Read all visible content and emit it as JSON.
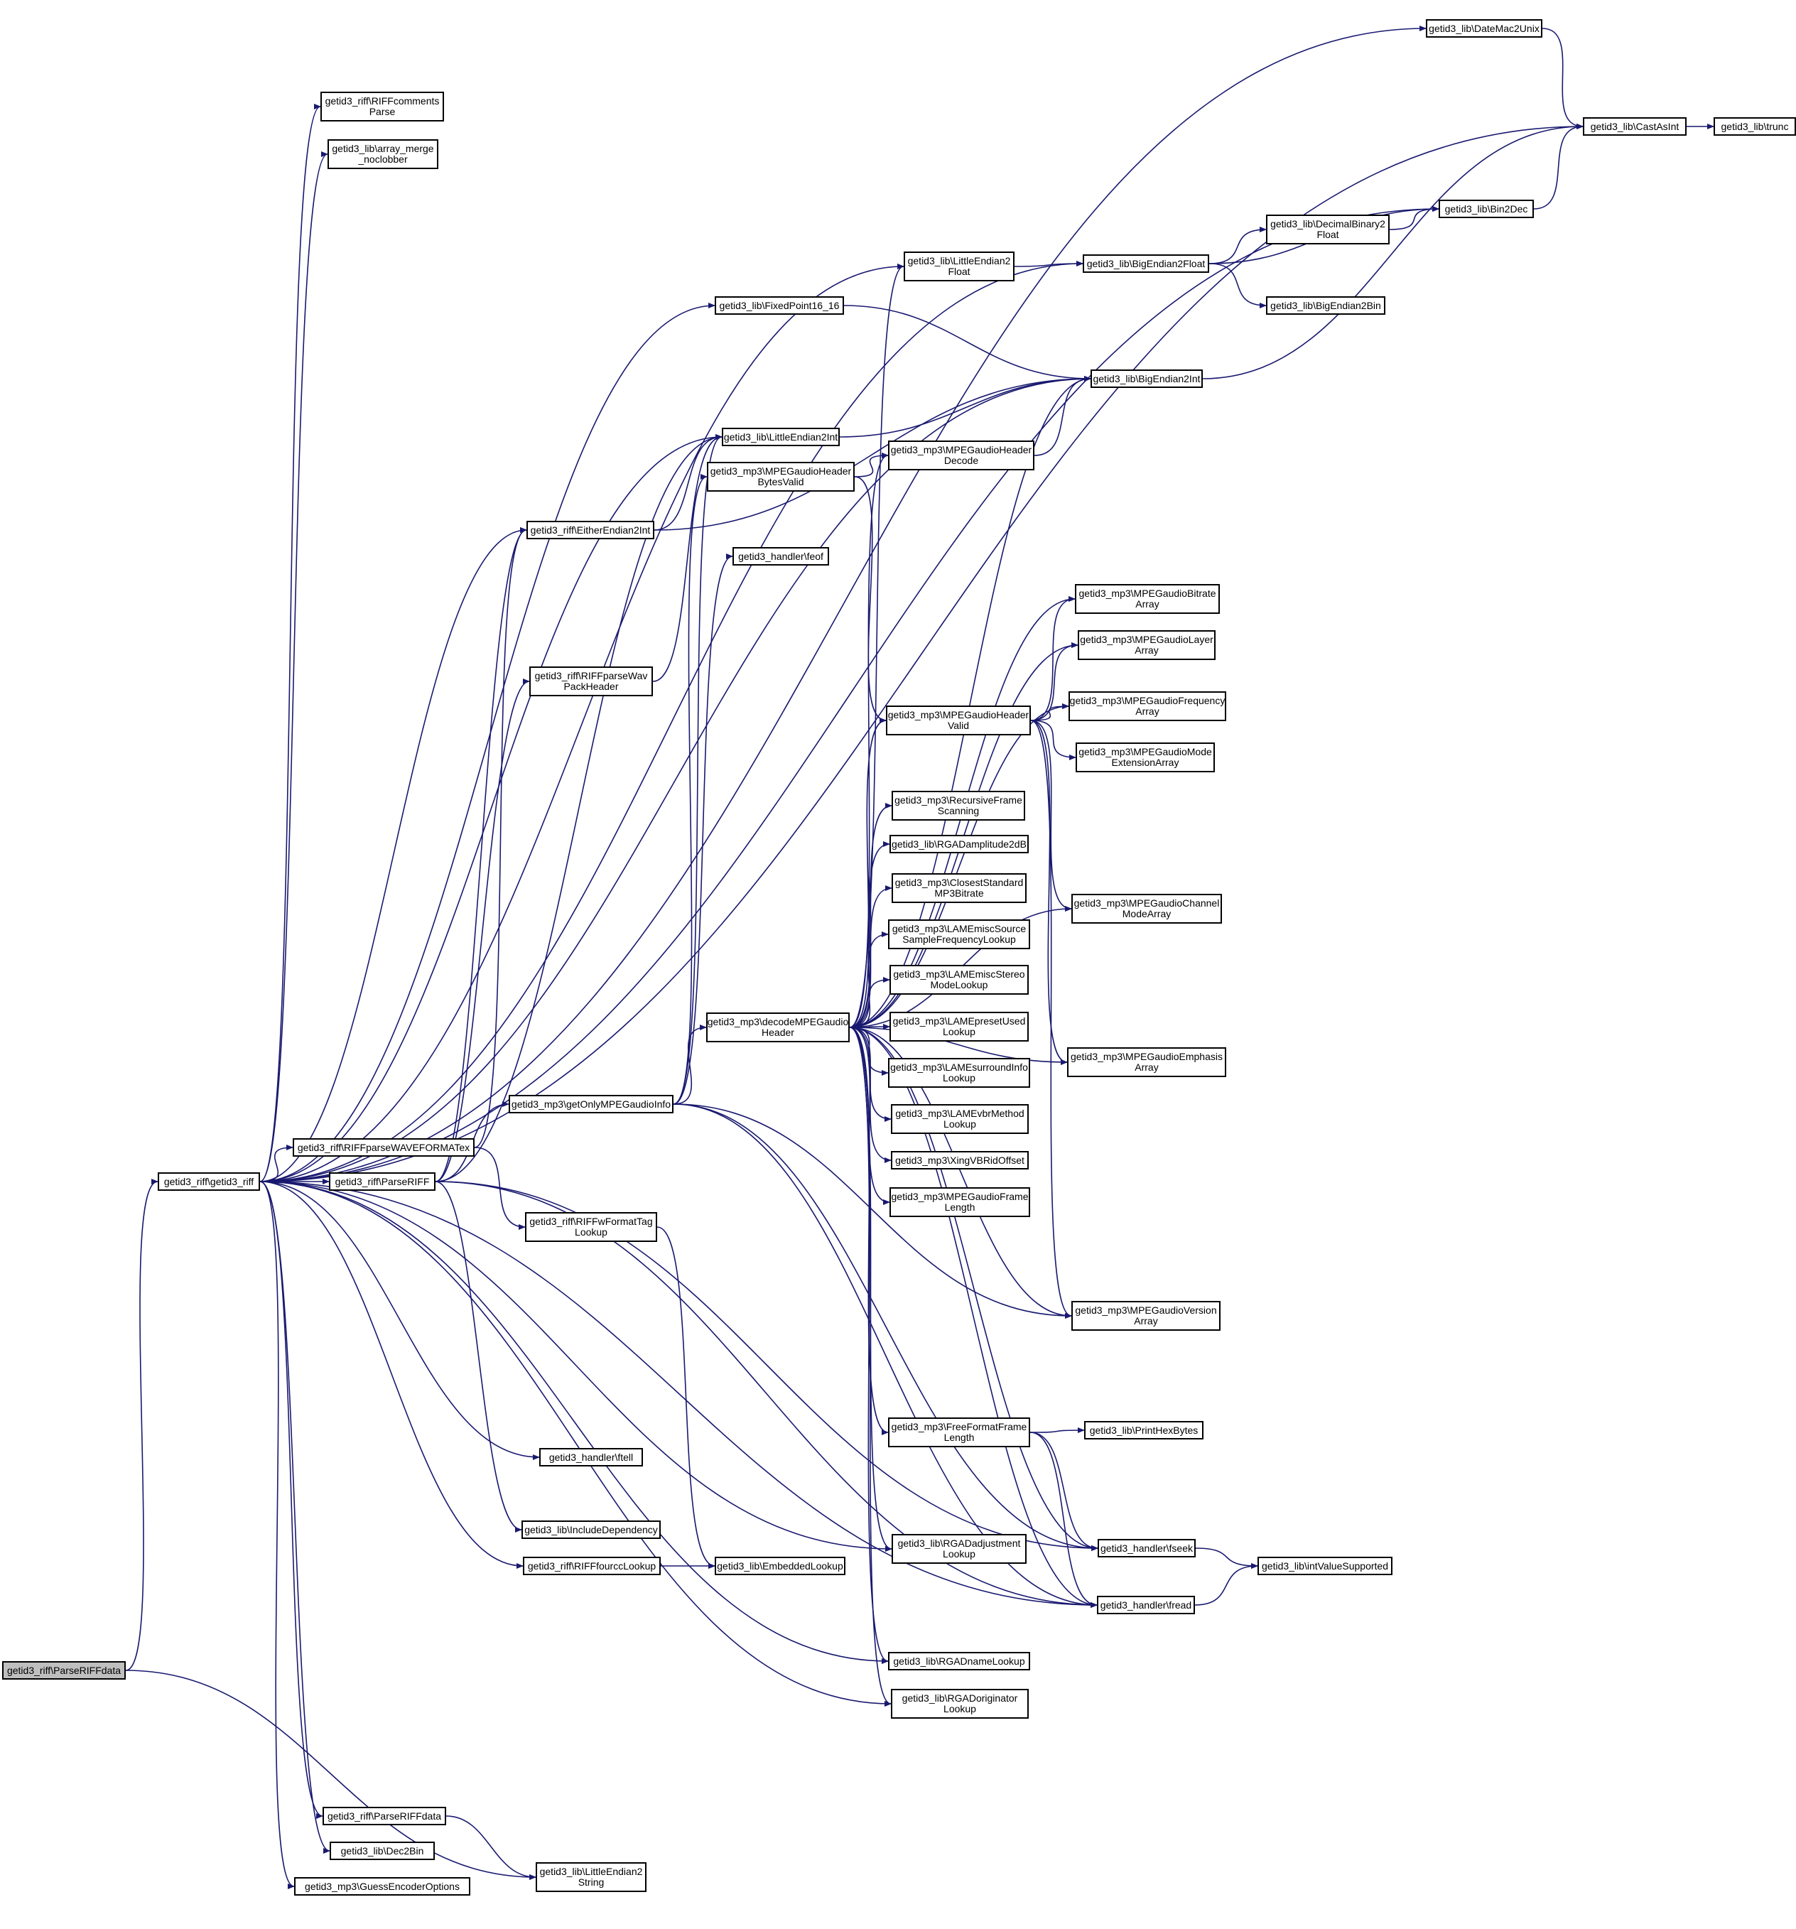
{
  "colors": {
    "edge": "#191970",
    "root_fill": "#bfbfbf",
    "node_border": "#000000"
  },
  "nodes": [
    {
      "id": "parseriffdata_root",
      "lines": [
        "getid3_riff\\ParseRIFFdata"
      ],
      "root": true
    },
    {
      "id": "getid3_riff",
      "lines": [
        "getid3_riff\\getid3_riff"
      ]
    },
    {
      "id": "datemac2unix",
      "lines": [
        "getid3_lib\\DateMac2Unix"
      ]
    },
    {
      "id": "castasint",
      "lines": [
        "getid3_lib\\CastAsInt"
      ]
    },
    {
      "id": "trunc",
      "lines": [
        "getid3_lib\\trunc"
      ]
    },
    {
      "id": "riffcommentsparse",
      "lines": [
        "getid3_riff\\RIFFcomments",
        "Parse"
      ]
    },
    {
      "id": "arraymerge",
      "lines": [
        "getid3_lib\\array_merge",
        "_noclobber"
      ]
    },
    {
      "id": "bin2dec",
      "lines": [
        "getid3_lib\\Bin2Dec"
      ]
    },
    {
      "id": "decimalbinary2float",
      "lines": [
        "getid3_lib\\DecimalBinary2",
        "Float"
      ]
    },
    {
      "id": "littleendian2float",
      "lines": [
        "getid3_lib\\LittleEndian2",
        "Float"
      ]
    },
    {
      "id": "bigendian2float",
      "lines": [
        "getid3_lib\\BigEndian2Float"
      ]
    },
    {
      "id": "bigendian2bin",
      "lines": [
        "getid3_lib\\BigEndian2Bin"
      ]
    },
    {
      "id": "fixedpoint16",
      "lines": [
        "getid3_lib\\FixedPoint16_16"
      ]
    },
    {
      "id": "bigendian2int",
      "lines": [
        "getid3_lib\\BigEndian2Int"
      ]
    },
    {
      "id": "littleendian2int",
      "lines": [
        "getid3_lib\\LittleEndian2Int"
      ]
    },
    {
      "id": "headerdecode",
      "lines": [
        "getid3_mp3\\MPEGaudioHeader",
        "Decode"
      ]
    },
    {
      "id": "headerbytesvalid",
      "lines": [
        "getid3_mp3\\MPEGaudioHeader",
        "BytesValid"
      ]
    },
    {
      "id": "eitherendian2int",
      "lines": [
        "getid3_riff\\EitherEndian2Int"
      ]
    },
    {
      "id": "feof",
      "lines": [
        "getid3_handler\\feof"
      ]
    },
    {
      "id": "bitratearray",
      "lines": [
        "getid3_mp3\\MPEGaudioBitrate",
        "Array"
      ]
    },
    {
      "id": "layerarray",
      "lines": [
        "getid3_mp3\\MPEGaudioLayer",
        "Array"
      ]
    },
    {
      "id": "riffparsewavpack",
      "lines": [
        "getid3_riff\\RIFFparseWav",
        "PackHeader"
      ]
    },
    {
      "id": "headervalid",
      "lines": [
        "getid3_mp3\\MPEGaudioHeader",
        "Valid"
      ]
    },
    {
      "id": "frequencyarray",
      "lines": [
        "getid3_mp3\\MPEGaudioFrequency",
        "Array"
      ]
    },
    {
      "id": "modeextarray",
      "lines": [
        "getid3_mp3\\MPEGaudioMode",
        "ExtensionArray"
      ]
    },
    {
      "id": "recursiveframe",
      "lines": [
        "getid3_mp3\\RecursiveFrame",
        "Scanning"
      ]
    },
    {
      "id": "rgadamplitude",
      "lines": [
        "getid3_lib\\RGADamplitude2dB"
      ]
    },
    {
      "id": "closeststandard",
      "lines": [
        "getid3_mp3\\ClosestStandard",
        "MP3Bitrate"
      ]
    },
    {
      "id": "channelmodearray",
      "lines": [
        "getid3_mp3\\MPEGaudioChannel",
        "ModeArray"
      ]
    },
    {
      "id": "lamemiscsource",
      "lines": [
        "getid3_mp3\\LAMEmiscSource",
        "SampleFrequencyLookup"
      ]
    },
    {
      "id": "lamemiscstereo",
      "lines": [
        "getid3_mp3\\LAMEmiscStereo",
        "ModeLookup"
      ]
    },
    {
      "id": "decodempeg",
      "lines": [
        "getid3_mp3\\decodeMPEGaudio",
        "Header"
      ]
    },
    {
      "id": "lamepreset",
      "lines": [
        "getid3_mp3\\LAMEpresetUsed",
        "Lookup"
      ]
    },
    {
      "id": "emphasisarray",
      "lines": [
        "getid3_mp3\\MPEGaudioEmphasis",
        "Array"
      ]
    },
    {
      "id": "lamesurround",
      "lines": [
        "getid3_mp3\\LAMEsurroundInfo",
        "Lookup"
      ]
    },
    {
      "id": "getonlympeg",
      "lines": [
        "getid3_mp3\\getOnlyMPEGaudioInfo"
      ]
    },
    {
      "id": "lamevbr",
      "lines": [
        "getid3_mp3\\LAMEvbrMethod",
        "Lookup"
      ]
    },
    {
      "id": "riffparsewaveformatex",
      "lines": [
        "getid3_riff\\RIFFparseWAVEFORMATex"
      ]
    },
    {
      "id": "xingvbr",
      "lines": [
        "getid3_mp3\\XingVBRidOffset"
      ]
    },
    {
      "id": "parseriff",
      "lines": [
        "getid3_riff\\ParseRIFF"
      ]
    },
    {
      "id": "framelength",
      "lines": [
        "getid3_mp3\\MPEGaudioFrame",
        "Length"
      ]
    },
    {
      "id": "riffwformattag",
      "lines": [
        "getid3_riff\\RIFFwFormatTag",
        "Lookup"
      ]
    },
    {
      "id": "versionarray",
      "lines": [
        "getid3_mp3\\MPEGaudioVersion",
        "Array"
      ]
    },
    {
      "id": "freeformat",
      "lines": [
        "getid3_mp3\\FreeFormatFrame",
        "Length"
      ]
    },
    {
      "id": "printhexbytes",
      "lines": [
        "getid3_lib\\PrintHexBytes"
      ]
    },
    {
      "id": "ftell",
      "lines": [
        "getid3_handler\\ftell"
      ]
    },
    {
      "id": "includedependency",
      "lines": [
        "getid3_lib\\IncludeDependency"
      ]
    },
    {
      "id": "rgadadjustment",
      "lines": [
        "getid3_lib\\RGADadjustment",
        "Lookup"
      ]
    },
    {
      "id": "fseek",
      "lines": [
        "getid3_handler\\fseek"
      ]
    },
    {
      "id": "riffoourcc",
      "lines": [
        "getid3_riff\\RIFFfourccLookup"
      ]
    },
    {
      "id": "embeddedlookup",
      "lines": [
        "getid3_lib\\EmbeddedLookup"
      ]
    },
    {
      "id": "intvaluesupported",
      "lines": [
        "getid3_lib\\intValueSupported"
      ]
    },
    {
      "id": "fread",
      "lines": [
        "getid3_handler\\fread"
      ]
    },
    {
      "id": "rgadname",
      "lines": [
        "getid3_lib\\RGADnameLookup"
      ]
    },
    {
      "id": "rgadoriginator",
      "lines": [
        "getid3_lib\\RGADoriginator",
        "Lookup"
      ]
    },
    {
      "id": "parseriffdata2",
      "lines": [
        "getid3_riff\\ParseRIFFdata"
      ]
    },
    {
      "id": "dec2bin",
      "lines": [
        "getid3_lib\\Dec2Bin"
      ]
    },
    {
      "id": "littleendian2string",
      "lines": [
        "getid3_lib\\LittleEndian2",
        "String"
      ]
    },
    {
      "id": "guessencoder",
      "lines": [
        "getid3_mp3\\GuessEncoderOptions"
      ]
    }
  ],
  "edges": [
    [
      "parseriffdata_root",
      "getid3_riff"
    ],
    [
      "parseriffdata_root",
      "littleendian2string"
    ],
    [
      "getid3_riff",
      "datemac2unix"
    ],
    [
      "getid3_riff",
      "castasint"
    ],
    [
      "getid3_riff",
      "riffcommentsparse"
    ],
    [
      "getid3_riff",
      "arraymerge"
    ],
    [
      "getid3_riff",
      "bin2dec"
    ],
    [
      "getid3_riff",
      "bigendian2float"
    ],
    [
      "getid3_riff",
      "littleendian2float"
    ],
    [
      "getid3_riff",
      "fixedpoint16"
    ],
    [
      "getid3_riff",
      "bigendian2int"
    ],
    [
      "getid3_riff",
      "littleendian2int"
    ],
    [
      "getid3_riff",
      "eitherendian2int"
    ],
    [
      "getid3_riff",
      "riffparsewaveformatex"
    ],
    [
      "getid3_riff",
      "parseriff"
    ],
    [
      "getid3_riff",
      "ftell"
    ],
    [
      "getid3_riff",
      "riffoourcc"
    ],
    [
      "getid3_riff",
      "rgadadjustment"
    ],
    [
      "getid3_riff",
      "rgadname"
    ],
    [
      "getid3_riff",
      "rgadoriginator"
    ],
    [
      "getid3_riff",
      "fread"
    ],
    [
      "getid3_riff",
      "parseriffdata2"
    ],
    [
      "getid3_riff",
      "dec2bin"
    ],
    [
      "getid3_riff",
      "guessencoder"
    ],
    [
      "datemac2unix",
      "castasint"
    ],
    [
      "castasint",
      "trunc"
    ],
    [
      "bin2dec",
      "castasint"
    ],
    [
      "decimalbinary2float",
      "bin2dec"
    ],
    [
      "littleendian2float",
      "bigendian2float"
    ],
    [
      "bigendian2float",
      "decimalbinary2float"
    ],
    [
      "bigendian2float",
      "bin2dec"
    ],
    [
      "bigendian2float",
      "bigendian2bin"
    ],
    [
      "fixedpoint16",
      "bigendian2int"
    ],
    [
      "bigendian2int",
      "castasint"
    ],
    [
      "littleendian2int",
      "bigendian2int"
    ],
    [
      "headerdecode",
      "bigendian2int"
    ],
    [
      "headerbytesvalid",
      "headerdecode"
    ],
    [
      "headerbytesvalid",
      "headervalid"
    ],
    [
      "eitherendian2int",
      "bigendian2int"
    ],
    [
      "eitherendian2int",
      "littleendian2int"
    ],
    [
      "riffparsewavpack",
      "littleendian2int"
    ],
    [
      "headervalid",
      "bitratearray"
    ],
    [
      "headervalid",
      "layerarray"
    ],
    [
      "headervalid",
      "frequencyarray"
    ],
    [
      "headervalid",
      "modeextarray"
    ],
    [
      "headervalid",
      "channelmodearray"
    ],
    [
      "headervalid",
      "emphasisarray"
    ],
    [
      "headervalid",
      "versionarray"
    ],
    [
      "decodempeg",
      "littleendian2float"
    ],
    [
      "decodempeg",
      "bigendian2int"
    ],
    [
      "decodempeg",
      "headerdecode"
    ],
    [
      "decodempeg",
      "bitratearray"
    ],
    [
      "decodempeg",
      "layerarray"
    ],
    [
      "decodempeg",
      "headervalid"
    ],
    [
      "decodempeg",
      "frequencyarray"
    ],
    [
      "decodempeg",
      "recursiveframe"
    ],
    [
      "decodempeg",
      "rgadamplitude"
    ],
    [
      "decodempeg",
      "closeststandard"
    ],
    [
      "decodempeg",
      "channelmodearray"
    ],
    [
      "decodempeg",
      "lamemiscsource"
    ],
    [
      "decodempeg",
      "lamemiscstereo"
    ],
    [
      "decodempeg",
      "lamepreset"
    ],
    [
      "decodempeg",
      "emphasisarray"
    ],
    [
      "decodempeg",
      "lamesurround"
    ],
    [
      "decodempeg",
      "lamevbr"
    ],
    [
      "decodempeg",
      "xingvbr"
    ],
    [
      "decodempeg",
      "framelength"
    ],
    [
      "decodempeg",
      "versionarray"
    ],
    [
      "decodempeg",
      "freeformat"
    ],
    [
      "decodempeg",
      "rgadadjustment"
    ],
    [
      "decodempeg",
      "fseek"
    ],
    [
      "decodempeg",
      "fread"
    ],
    [
      "decodempeg",
      "rgadname"
    ],
    [
      "decodempeg",
      "rgadoriginator"
    ],
    [
      "getonlympeg",
      "littleendian2int"
    ],
    [
      "getonlympeg",
      "headerbytesvalid"
    ],
    [
      "getonlympeg",
      "feof"
    ],
    [
      "getonlympeg",
      "decodempeg"
    ],
    [
      "getonlympeg",
      "versionarray"
    ],
    [
      "getonlympeg",
      "fseek"
    ],
    [
      "getonlympeg",
      "fread"
    ],
    [
      "riffparsewaveformatex",
      "eitherendian2int"
    ],
    [
      "riffparsewaveformatex",
      "riffwformattag"
    ],
    [
      "parseriff",
      "littleendian2int"
    ],
    [
      "parseriff",
      "eitherendian2int"
    ],
    [
      "parseriff",
      "riffparsewavpack"
    ],
    [
      "parseriff",
      "getonlympeg"
    ],
    [
      "parseriff",
      "includedependency"
    ],
    [
      "parseriff",
      "fseek"
    ],
    [
      "parseriff",
      "fread"
    ],
    [
      "riffwformattag",
      "embeddedlookup"
    ],
    [
      "riffoourcc",
      "embeddedlookup"
    ],
    [
      "freeformat",
      "printhexbytes"
    ],
    [
      "freeformat",
      "fseek"
    ],
    [
      "freeformat",
      "fread"
    ],
    [
      "fseek",
      "intvaluesupported"
    ],
    [
      "fread",
      "intvaluesupported"
    ],
    [
      "parseriffdata2",
      "littleendian2string"
    ]
  ]
}
